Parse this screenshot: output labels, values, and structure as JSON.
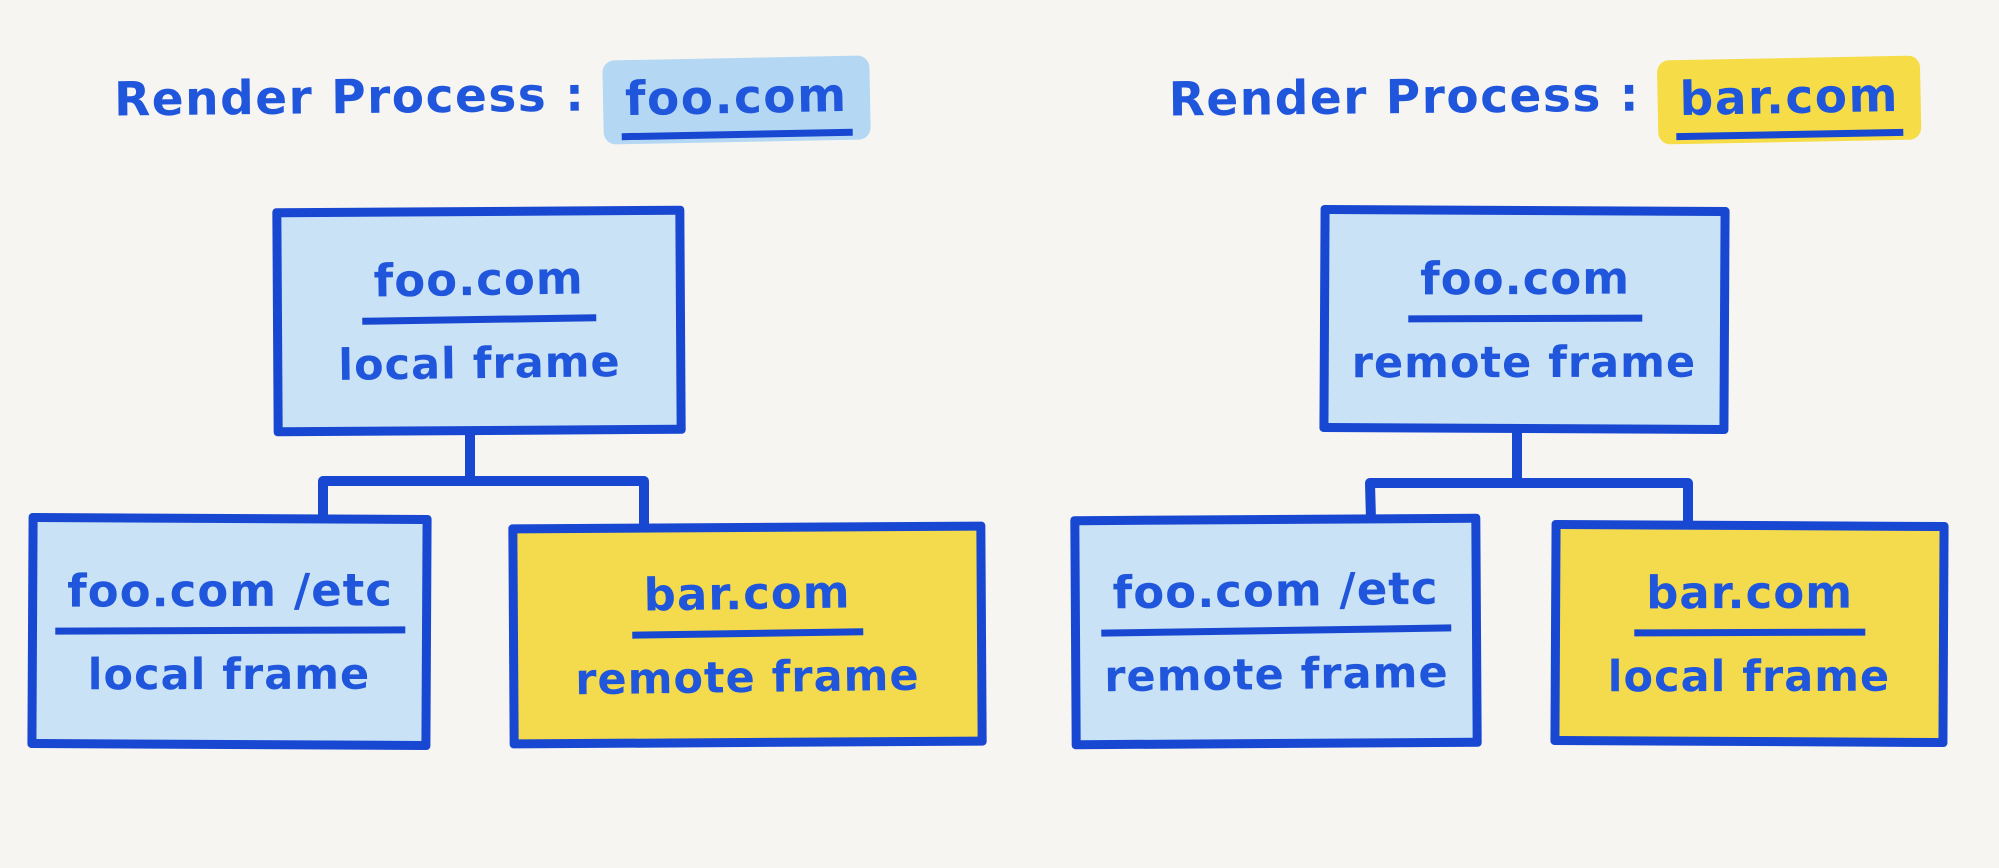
{
  "colors": {
    "background": "#f6f5f2",
    "ink_blue": "#1847d1",
    "text_blue": "#2056db",
    "local_frame_fill_blue": "#c9e2f6",
    "cross_site_fill_yellow": "#f4db4d",
    "title_highlight_blue": "#b4d8f3",
    "title_highlight_yellow": "#f6dc46"
  },
  "diagrams": [
    {
      "title_prefix": "Render Process :",
      "title_site": "foo.com",
      "title_highlight_color": "blue",
      "root": {
        "site": "foo.com",
        "frame_type": "local frame",
        "fill": "blue"
      },
      "children": [
        {
          "site": "foo.com /etc",
          "frame_type": "local frame",
          "fill": "blue"
        },
        {
          "site": "bar.com",
          "frame_type": "remote frame",
          "fill": "yellow"
        }
      ]
    },
    {
      "title_prefix": "Render Process :",
      "title_site": "bar.com",
      "title_highlight_color": "yellow",
      "root": {
        "site": "foo.com",
        "frame_type": "remote frame",
        "fill": "blue"
      },
      "children": [
        {
          "site": "foo.com /etc",
          "frame_type": "remote frame",
          "fill": "blue"
        },
        {
          "site": "bar.com",
          "frame_type": "local frame",
          "fill": "yellow"
        }
      ]
    }
  ]
}
